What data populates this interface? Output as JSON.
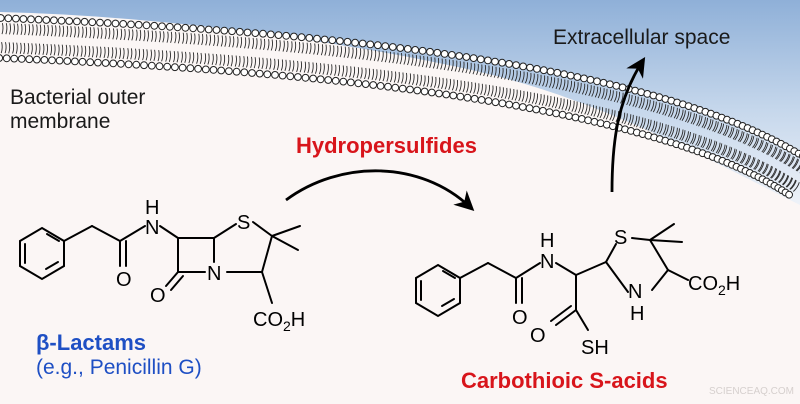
{
  "labels": {
    "membrane_line1": "Bacterial outer",
    "membrane_line2": "membrane",
    "extracellular": "Extracellular space",
    "reagent": "Hydropersulfides",
    "reactant_class": "β-Lactams",
    "reactant_example": "(e.g., Penicillin G)",
    "product_class": "Carbothioic S-acids",
    "watermark": "SCIENCEAQ.COM"
  },
  "penicillin_g": {
    "atom_N_amide": "N",
    "atom_H_amide": "H",
    "atom_O_amide": "O",
    "atom_S": "S",
    "atom_O_lactam": "O",
    "atom_N_ring": "N",
    "carboxyl": "CO2H"
  },
  "thioacid_product": {
    "atom_H_amide": "H",
    "atom_N_amide": "N",
    "atom_O_amide": "O",
    "atom_S": "S",
    "atom_N_ring": "N",
    "atom_H_ring": "H",
    "carboxyl": "CO2H",
    "atom_O_thioacid": "O",
    "thiol": "SH"
  },
  "colors": {
    "reagent_text": "#d8151b",
    "reactant_class_text": "#1e4fc4",
    "product_class_text": "#d8151b",
    "sky_top": "#9db9dc",
    "background": "#fbf6f5"
  }
}
